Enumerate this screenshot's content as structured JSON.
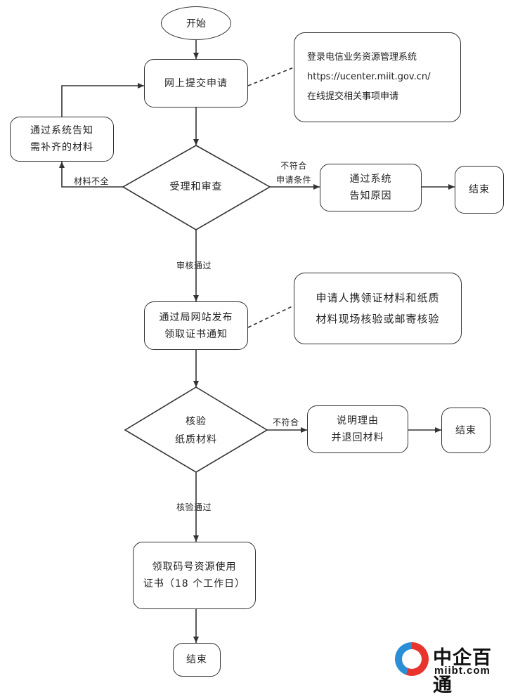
{
  "nodes": {
    "start": "开始",
    "submit": "网上提交申请",
    "notify_supplement": [
      "通过系统告知",
      "需补齐的材料"
    ],
    "review": "受理和审查",
    "notify_reason": [
      "通过系统",
      "告知原因"
    ],
    "end1": "结束",
    "publish": [
      "通过局网站发布",
      "领取证书通知"
    ],
    "verify": [
      "核验",
      "纸质材料"
    ],
    "explain_return": [
      "说明理由",
      "并退回材料"
    ],
    "end2": "结束",
    "receive_cert": [
      "领取码号资源使用",
      "证书（18 个工作日）"
    ],
    "end3": "结束"
  },
  "edge_labels": {
    "incomplete": "材料不全",
    "not_meet_review": [
      "不符合",
      "申请条件"
    ],
    "review_pass": "审核通过",
    "not_meet_verify": "不符合",
    "verify_pass": "核验通过"
  },
  "notes": {
    "online": [
      "登录电信业务资源管理系统",
      "https://ucenter.miit.gov.cn/",
      "在线提交相关事项申请"
    ],
    "onsite": [
      "申请人携领证材料和纸质",
      "材料现场核验或邮寄核验"
    ]
  },
  "logo": {
    "title": "中企百通",
    "url": "miibt.com"
  }
}
